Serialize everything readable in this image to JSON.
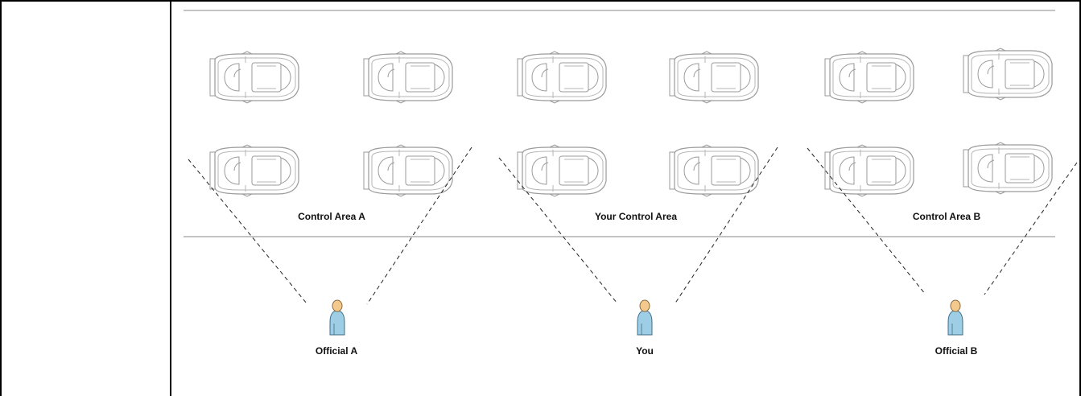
{
  "areas": [
    {
      "label": "Control Area A"
    },
    {
      "label": "Your Control Area"
    },
    {
      "label": "Control Area B"
    }
  ],
  "people": [
    {
      "label": "Official A",
      "icon": "person-icon"
    },
    {
      "label": "You",
      "icon": "person-icon"
    },
    {
      "label": "Official B",
      "icon": "person-icon"
    }
  ],
  "cars": {
    "rows": 2,
    "per_row": 6,
    "icon": "car-top-view-icon"
  },
  "colors": {
    "person_body": "#9ecde6",
    "person_head": "#f3c98e",
    "car_outline": "#9a9a9a",
    "boundary": "#888888",
    "sight_line": "#222222"
  }
}
